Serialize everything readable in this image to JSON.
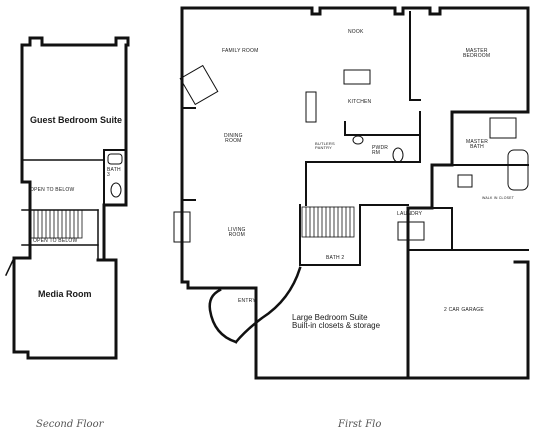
{
  "labels": {
    "guest_bedroom_suite": "Guest Bedroom Suite",
    "bath3": "BATH\n3",
    "open_to_below_1": "OPEN TO BELOW",
    "open_to_below_2": "OPEN TO BELOW",
    "media_room": "Media Room",
    "family_room": "FAMILY ROOM",
    "nook": "NOOK",
    "master_bedroom": "MASTER\nBEDROOM",
    "kitchen": "KITCHEN",
    "dining_room": "DINING\nROOM",
    "butlers_pantry": "BUTLERS\nPANTRY",
    "pwdr_rm": "PWDR\nRM",
    "master_bath": "MASTER\nBATH",
    "walk_in_closet": "WALK IN CLOSET",
    "living_room": "LIVING\nROOM",
    "laundry": "LAUNDRY",
    "bath2": "BATH 2",
    "entry": "ENTRY",
    "large_bedroom_suite": "Large Bedroom Suite\nBuilt-in closets & storage",
    "garage": "2 CAR GARAGE"
  },
  "captions": {
    "second_floor": "Second Floor",
    "first_floor": "First Flo"
  }
}
